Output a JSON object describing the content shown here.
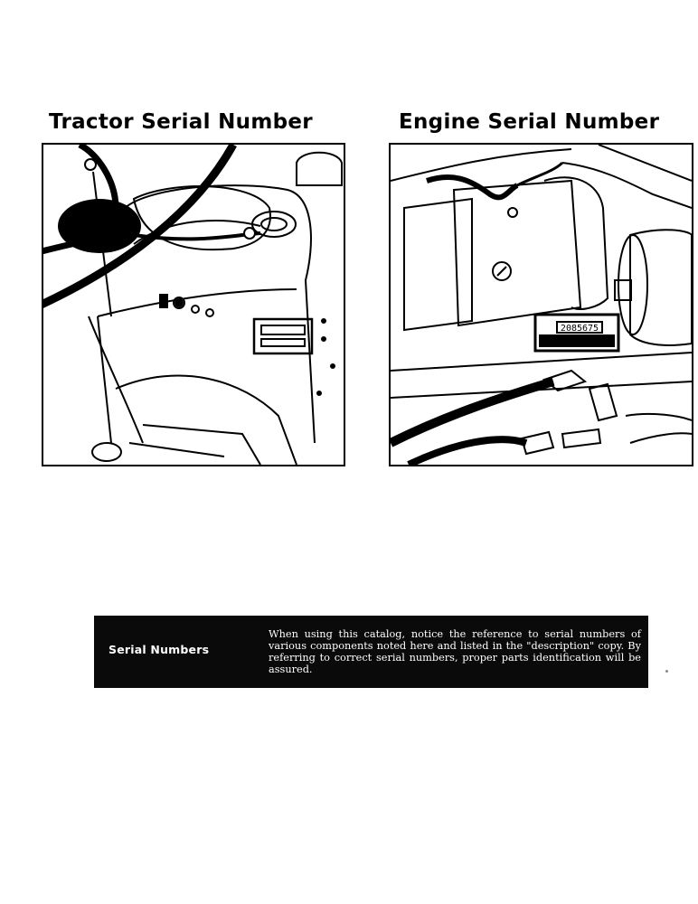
{
  "headings": {
    "tractor": "Tractor Serial Number",
    "engine": "Engine Serial Number"
  },
  "figures": {
    "tractor": {
      "icon": "tractor-dashboard-illustration"
    },
    "engine": {
      "icon": "engine-starter-illustration",
      "plate_number": "2085675"
    }
  },
  "notice": {
    "title": "Serial Numbers",
    "text": "When using this catalog, notice the reference to serial numbers of various components noted here and listed in the \"description\" copy. By referring to correct serial numbers, proper parts identification will be assured."
  }
}
